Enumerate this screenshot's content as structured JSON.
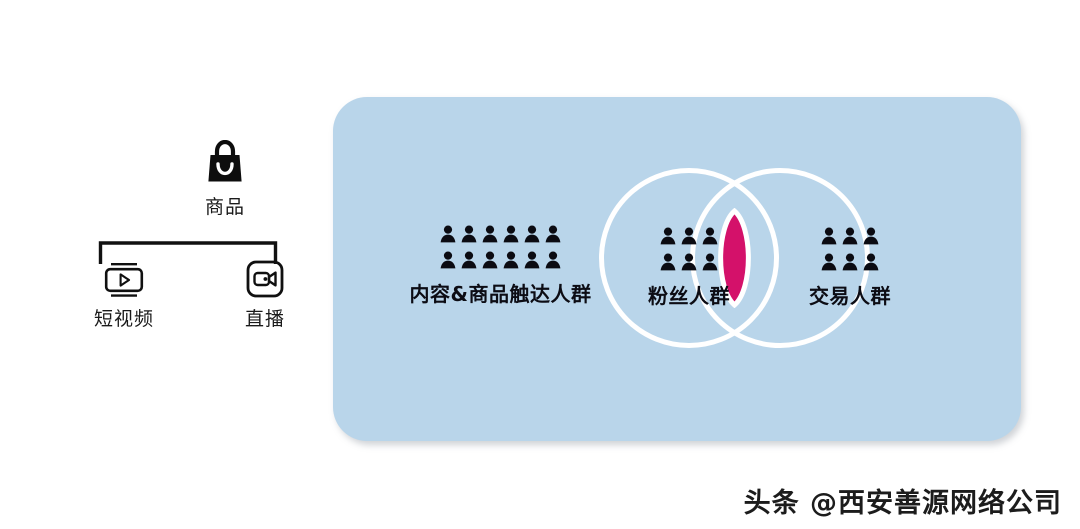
{
  "left_cluster": {
    "product": {
      "label": "商品",
      "icon": "shopping-bag-icon"
    },
    "children": [
      {
        "label": "短视频",
        "icon": "short-video-icon"
      },
      {
        "label": "直播",
        "icon": "live-stream-icon"
      }
    ],
    "connector": "bracket-connector"
  },
  "audience_panel": {
    "background_color": "#b9d5ea",
    "groups": [
      {
        "id": "reach",
        "label": "内容&商品触达人群",
        "people_rows": [
          6,
          6
        ],
        "in_circle": false
      },
      {
        "id": "fans",
        "label": "粉丝人群",
        "people_rows": [
          3,
          3
        ],
        "in_circle": true
      },
      {
        "id": "trade",
        "label": "交易人群",
        "people_rows": [
          3,
          3
        ],
        "in_circle": true
      }
    ],
    "venn": {
      "circle_stroke_color": "#ffffff",
      "intersection_color": "#d4116a",
      "intersection_name": "venn-overlap-lens"
    }
  },
  "watermark": {
    "text": "头条 @西安善源网络公司"
  }
}
